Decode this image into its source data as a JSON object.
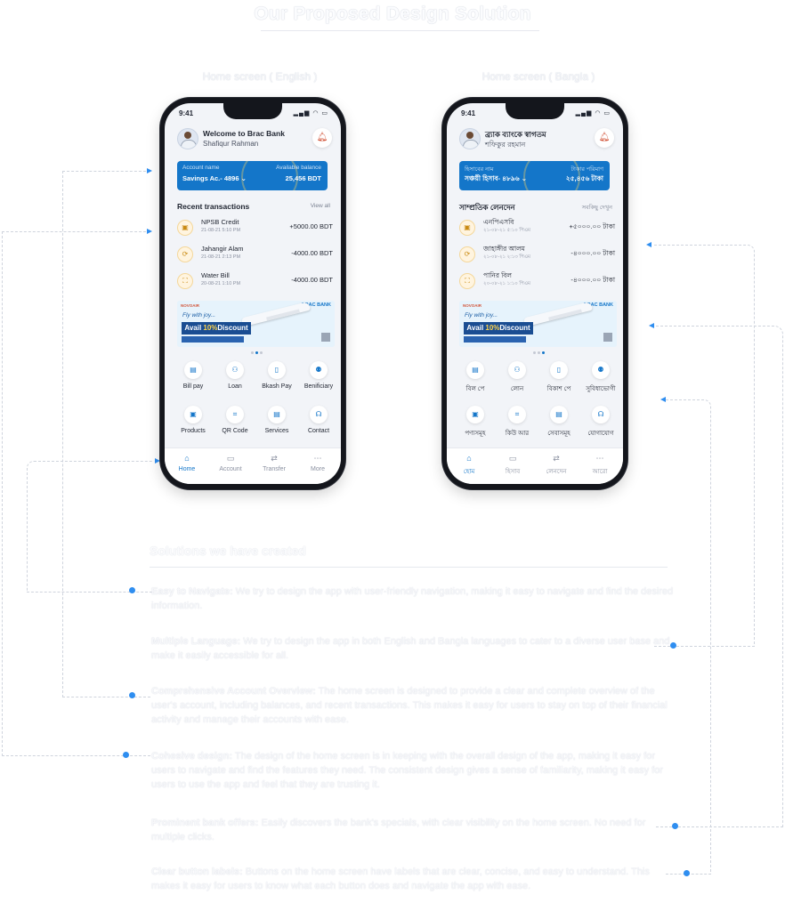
{
  "page_title": "Our Proposed Design Solution",
  "captions": {
    "english": "Home screen ( English )",
    "bangla": "Home screen ( Bangla )"
  },
  "phone_en": {
    "status_time": "9:41",
    "welcome": "Welcome to Brac Bank",
    "user_name": "Shafiqur Rahman",
    "account_label": "Account name",
    "account_value": "Savings Ac.- 4896",
    "balance_label": "Available balance",
    "balance_value": "25,456 BDT",
    "recent_title": "Recent transactions",
    "view_all": "View all",
    "transactions": [
      {
        "name": "NPSB Credit",
        "date": "21-08-21 5:10 PM",
        "amount": "+5000.00 BDT"
      },
      {
        "name": "Jahangir Alam",
        "date": "21-08-21 2:13 PM",
        "amount": "-4000.00 BDT"
      },
      {
        "name": "Water Bill",
        "date": "20-08-21 1:10 PM",
        "amount": "-4000.00 BDT"
      }
    ],
    "banner": {
      "bank": "BRAC BANK",
      "brand": "NOVOAIR",
      "fly": "Fly with joy...",
      "discount_pre": "Avail ",
      "discount_hl": "10%",
      "discount_post": "Discount"
    },
    "services": [
      "Bill pay",
      "Loan",
      "Bkash Pay",
      "Benificiary",
      "Products",
      "QR Code",
      "Services",
      "Contact"
    ],
    "nav": [
      "Home",
      "Account",
      "Transfer",
      "More"
    ]
  },
  "phone_bn": {
    "status_time": "9:41",
    "welcome": "ব্র্যাক ব্যাংকে স্বাগতম",
    "user_name": "শফিকুর রহমান",
    "account_label": "হিসাবের নাম",
    "account_value": "সঞ্চয়ী হিসাব- ৪৮৯৬",
    "balance_label": "টাকার পরিমাণ",
    "balance_value": "২৫,৪৫৬ টাকা",
    "recent_title": "সাম্প্রতিক লেনদেন",
    "view_all": "সবকিছু দেখুন",
    "transactions": [
      {
        "name": "এনপিএসবি",
        "date": "২১-০৮-২১ ৫:১০ পিএম",
        "amount": "+৫০০০.০০ টাকা"
      },
      {
        "name": "জাহাঙ্গীর আলম",
        "date": "২১-০৮-২১ ২:১৩ পিএম",
        "amount": "-৪০০০.০০ টাকা"
      },
      {
        "name": "পানির বিল",
        "date": "২০-০৮-২১ ১:১০ পিএম",
        "amount": "-৪০০০.০০ টাকা"
      }
    ],
    "banner": {
      "bank": "BRAC BANK",
      "brand": "NOVOAIR",
      "fly": "Fly with joy...",
      "discount_pre": "Avail ",
      "discount_hl": "10%",
      "discount_post": "Discount"
    },
    "services": [
      "বিল পে",
      "লোন",
      "বিকাশ পে",
      "সুবিধাভোগী",
      "পণ্যসমূহ",
      "কিউ আর",
      "সেবাসমূহ",
      "যোগাযোগ"
    ],
    "nav": [
      "হোম",
      "হিসাব",
      "লেনদেন",
      "আরো"
    ]
  },
  "solutions": {
    "heading": "Solutions we have created",
    "items": [
      {
        "title": "Easy to Navigate:",
        "text": " We try to design the app with user-friendly navigation, making it easy to navigate and find the desired information."
      },
      {
        "title": "Multiple Language:",
        "text": " We try to design the app in both English and Bangla languages to cater to a diverse user base and make it easily accessible for all."
      },
      {
        "title": "Comprehensive Account Overview:",
        "text": " The home screen is designed to provide a clear and complete overview of the user's account, including balances, and recent transactions. This makes it easy for users to stay on top of their financial activity and manage their accounts with ease."
      },
      {
        "title": "Cohesive design:",
        "text": " The design of the home screen is in keeping with the overall design of the app, making it easy for users to navigate and find the features they need. The consistent design gives a sense of familiarity, making it easy for users to use the app and feel that they are trusting it."
      },
      {
        "title": "Prominent bank offers:",
        "text": " Easily discovers the bank's specials, with clear visibility on the home screen. No need for multiple clicks."
      },
      {
        "title": "Clear button labels:",
        "text": " Buttons on the home screen have labels that are clear, concise, and easy to understand. This makes it easy for users to know what each button does and navigate the app with ease."
      }
    ]
  },
  "icons": {
    "bell": "bell-icon",
    "tx": [
      "credit-icon",
      "transfer-icon",
      "bill-icon"
    ],
    "services": [
      "bill-icon",
      "loan-icon",
      "bkash-icon",
      "beneficiary-icon",
      "products-icon",
      "qr-icon",
      "services-icon",
      "contact-icon"
    ],
    "nav": [
      "home-icon",
      "account-icon",
      "transfer-icon",
      "more-icon"
    ]
  },
  "colors": {
    "brand_blue": "#1476c9",
    "accent_dot": "#2f8ef0",
    "bell": "#d2553a"
  }
}
